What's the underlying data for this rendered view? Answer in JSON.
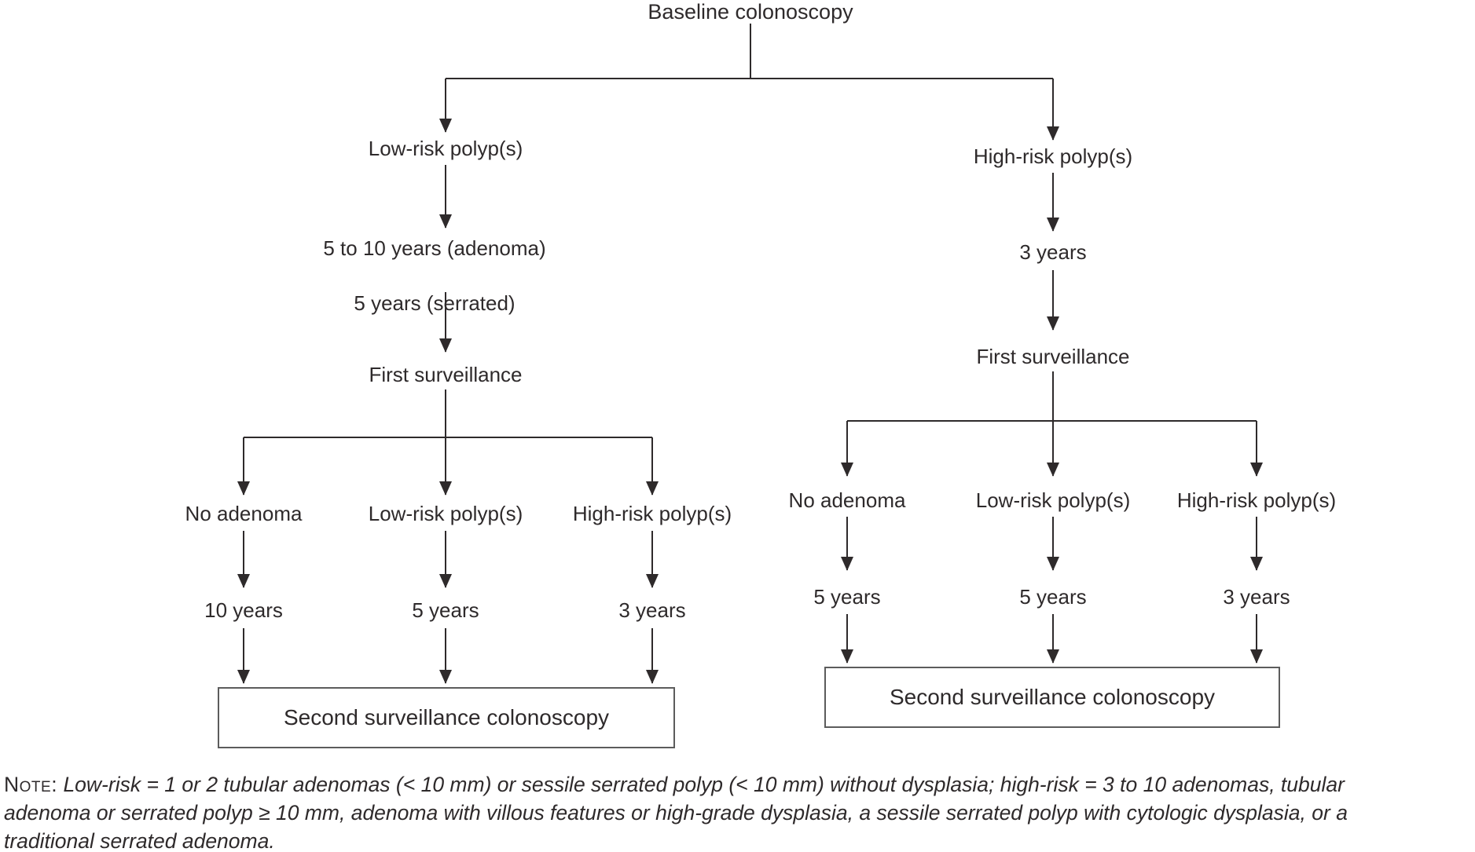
{
  "title": "Baseline colonoscopy",
  "left_branch": {
    "finding": "Low-risk polyp(s)",
    "interval_lines": [
      "5 to 10 years (adenoma)",
      "5 years (serrated)"
    ],
    "surveillance": "First surveillance",
    "outcomes": [
      {
        "finding": "No adenoma",
        "interval": "10 years"
      },
      {
        "finding": "Low-risk polyp(s)",
        "interval": "5 years"
      },
      {
        "finding": "High-risk polyp(s)",
        "interval": "3 years"
      }
    ],
    "endpoint": "Second surveillance colonoscopy"
  },
  "right_branch": {
    "finding": "High-risk polyp(s)",
    "interval": "3 years",
    "surveillance": "First surveillance",
    "outcomes": [
      {
        "finding": "No adenoma",
        "interval": "5 years"
      },
      {
        "finding": "Low-risk polyp(s)",
        "interval": "5 years"
      },
      {
        "finding": "High-risk polyp(s)",
        "interval": "3 years"
      }
    ],
    "endpoint": "Second surveillance colonoscopy"
  },
  "note": {
    "label": "Note:",
    "lines": [
      "Low-risk = 1 or 2 tubular adenomas (< 10 mm) or sessile serrated polyp (< 10 mm) without dysplasia; high-risk = 3 to 10 adenomas, tubular",
      "adenoma or serrated polyp ≥ 10 mm, adenoma with villous features or high-grade dysplasia, a sessile serrated polyp with cytologic dysplasia, or a",
      "traditional serrated adenoma."
    ]
  },
  "colors": {
    "text": "#2e2a2b",
    "line": "#2e2a2b",
    "box_border": "#5c5c5c",
    "background": "#ffffff"
  }
}
